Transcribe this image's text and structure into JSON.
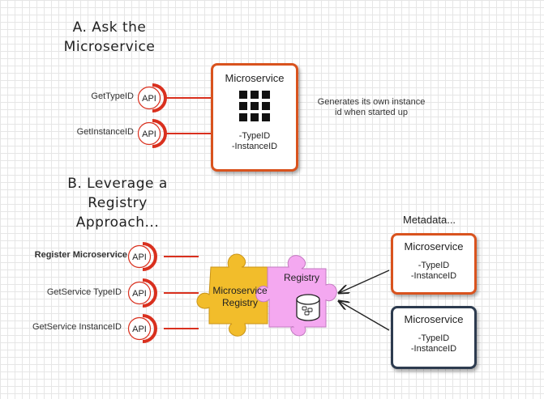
{
  "section_a": {
    "heading_line1": "A. Ask the",
    "heading_line2": "Microservice"
  },
  "section_b": {
    "heading_line1": "B. Leverage a",
    "heading_line2": "Registry",
    "heading_line3": "Approach..."
  },
  "api_label": "API",
  "section_a_apis": [
    "GetTypeID",
    "GetInstanceID"
  ],
  "section_b_apis": [
    "Register Microservice",
    "GetService TypeID",
    "GetService InstanceID"
  ],
  "ms_a": {
    "title": "Microservice",
    "line1": "-TypeID",
    "line2": "-InstanceID"
  },
  "note_a": {
    "line1": "Generates its own instance",
    "line2": "id when started up"
  },
  "metadata_label": "Metadata...",
  "ms_orange": {
    "title": "Microservice",
    "line1": "-TypeID",
    "line2": "-InstanceID"
  },
  "ms_dark": {
    "title": "Microservice",
    "line1": "-TypeID",
    "line2": "-InstanceID"
  },
  "registry": {
    "yellow_line1": "Microservice",
    "yellow_line2": "Registry",
    "pink_label": "Registry"
  },
  "colors": {
    "orange": "#d9531e",
    "dark": "#2d3b4f",
    "api_red": "#d9301e",
    "puzzle_yellow": "#f2bd2b",
    "puzzle_pink": "#f4a8f0"
  }
}
